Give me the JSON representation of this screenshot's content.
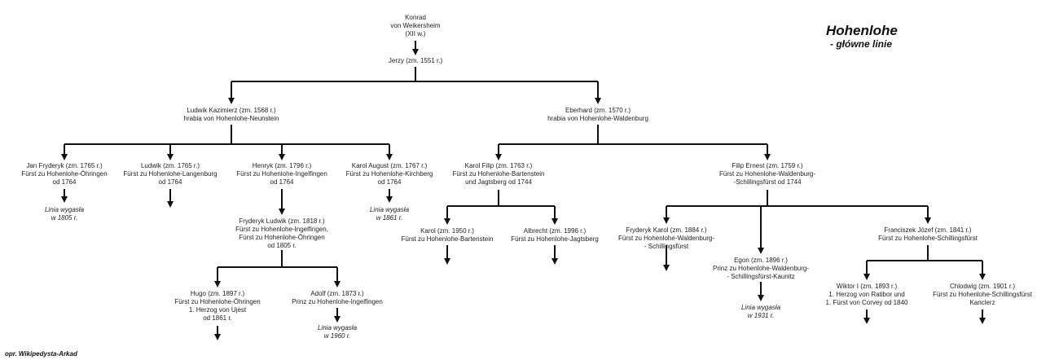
{
  "title": "Hohenlohe",
  "subtitle": "- główne linie",
  "credit": "opr. Wikipedysta-Arkad",
  "colors": {
    "line": "#111111",
    "text": "#222222"
  },
  "nodes": [
    {
      "id": "konrad",
      "lines": [
        "Konrad",
        "von Weikersheim",
        "(XII w.)"
      ]
    },
    {
      "id": "jerzy",
      "lines": [
        "Jerzy (zm. 1551 r.)"
      ]
    },
    {
      "id": "ludwik-kazimierz",
      "lines": [
        "Ludwik Kazimierz (zm. 1568 r.)",
        "hrabia von Hohenlohe-Neunstein"
      ]
    },
    {
      "id": "eberhard",
      "lines": [
        "Eberhard (zm. 1570 r.)",
        "hrabia von Hohenlohe-Waldenburg"
      ]
    },
    {
      "id": "jan-fryderyk",
      "lines": [
        "Jan Fryderyk (zm. 1765 r.)",
        "Fürst zu Hohenlohe-Öhringen",
        "od 1764"
      ]
    },
    {
      "id": "ludwik",
      "lines": [
        "Ludwik (zm. 1765 r.)",
        "Fürst zu Hohenlohe-Langenburg",
        "od 1764"
      ]
    },
    {
      "id": "henryk",
      "lines": [
        "Henryk (zm. 1796 r.)",
        "Fürst zu Hohenlohe-Ingelfingen",
        "od 1764"
      ]
    },
    {
      "id": "karol-august",
      "lines": [
        "Karol August (zm. 1767 r.)",
        "Fürst zu Hohenlohe-Kirchberg",
        "od 1764"
      ]
    },
    {
      "id": "karol-filip",
      "lines": [
        "Karol Filip (zm. 1763 r.)",
        "Fürst zu Hohenlohe-Bartenstein",
        "und Jagtsberg od 1744"
      ]
    },
    {
      "id": "filip-ernest",
      "lines": [
        "Filip Ernest (zm. 1759 r.)",
        "Fürst zu Hohenlohe-Waldenburg-",
        "-Schillingsfürst od 1744"
      ]
    },
    {
      "id": "linia-1805",
      "extinct": true,
      "lines": [
        "Linia wygasła",
        "w 1805 r."
      ]
    },
    {
      "id": "linia-1861",
      "extinct": true,
      "lines": [
        "Linia wygasła",
        "w 1861 r."
      ]
    },
    {
      "id": "fryderyk-ludwik",
      "lines": [
        "Fryderyk Ludwik (zm. 1818 r.)",
        "Fürst zu Hohenlohe-Ingelfingen,",
        "Fürst zu Hohenlohe-Öhringen",
        "od 1805 r."
      ]
    },
    {
      "id": "karol",
      "lines": [
        "Karol (zm. 1950 r.)",
        "Fürst zu Hohenlohe-Bartenstein"
      ]
    },
    {
      "id": "albrecht",
      "lines": [
        "Albrecht (zm. 1996 r.)",
        "Fürst zu Hohenlohe-Jagtsberg"
      ]
    },
    {
      "id": "fryderyk-karol",
      "lines": [
        "Fryderyk Karol (zm. 1884 r.)",
        "Fürst zu Hohenlohe-Waldenburg-",
        "- Schillingsfürst"
      ]
    },
    {
      "id": "egon",
      "lines": [
        "Egon (zm. 1896 r.)",
        "Prinz zu Hohenlohe-Waldenburg-",
        "- Schillingsfürst-Kaunitz"
      ]
    },
    {
      "id": "linia-1931",
      "extinct": true,
      "lines": [
        "Linia wygasła",
        "w 1931 r."
      ]
    },
    {
      "id": "franciszek-jozef",
      "lines": [
        "Franciszek Józef (zm. 1841 r.)",
        "Fürst zu Hohenlohe-Schillingsfürst"
      ]
    },
    {
      "id": "wiktor",
      "lines": [
        "Wiktor I (zm. 1893 r.)",
        "1. Herzog von Ratibor und",
        "1. Fürst von Corvey od 1840"
      ]
    },
    {
      "id": "chlodwig",
      "lines": [
        "Chlodwig (zm. 1901 r.)",
        "Fürst zu Hohenlohe-Schillingsfürst",
        "Kanclerz"
      ]
    },
    {
      "id": "hugo",
      "lines": [
        "Hugo (zm. 1897 r.)",
        "Fürst zu Hohenlohe-Öhringen",
        "1. Herzog von Ujest",
        "od 1861 r."
      ]
    },
    {
      "id": "adolf",
      "lines": [
        "Adolf (zm. 1873 r.)",
        "Prinz zu Hohenlohe-Ingelfingen"
      ]
    },
    {
      "id": "linia-1960",
      "extinct": true,
      "lines": [
        "Linia wygasła",
        "w 1960 r."
      ]
    }
  ]
}
